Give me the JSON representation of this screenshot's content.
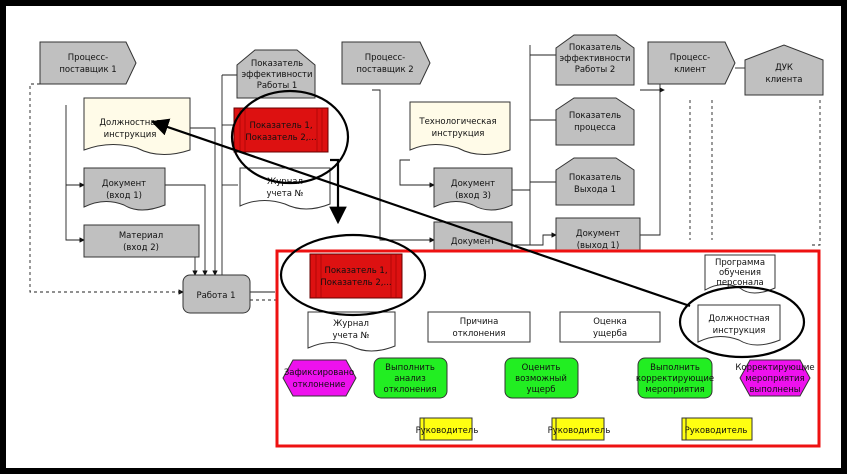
{
  "nodes": {
    "supplier_process_1": [
      "Процесс-",
      "поставщик 1"
    ],
    "supplier_process_2": [
      "Процесс-",
      "поставщик 2"
    ],
    "client_process": [
      "Процесс-",
      "клиент"
    ],
    "duk_client": [
      "ДУК",
      "клиента"
    ],
    "kpi_work_1": [
      "Показатель",
      "эффективности",
      "Работы 1"
    ],
    "kpi_work_2": [
      "Показатель",
      "эффективности",
      "Работы 2"
    ],
    "kpi_process": [
      "Показатель",
      "процесса"
    ],
    "kpi_output_1": [
      "Показатель",
      "Выхода 1"
    ],
    "job_instruction_top": [
      "Должностная",
      "инструкция"
    ],
    "tech_instruction": [
      "Технологическая",
      "инструкция"
    ],
    "indicators_red_top": [
      "Показатель 1,",
      "Показатель 2,..."
    ],
    "journal_top": [
      "Журнал",
      "учета №"
    ],
    "doc_input_1": [
      "Документ",
      "(вход 1)"
    ],
    "doc_input_3": [
      "Документ",
      "(вход 3)"
    ],
    "doc_output_1": [
      "Документ",
      "(выход 1)"
    ],
    "doc_middle": [
      "Документ"
    ],
    "material_input_2": [
      "Материал",
      "(вход 2)"
    ],
    "work_1": [
      "Работа 1"
    ],
    "indicators_red_detail": [
      "Показатель 1,",
      "Показатель 2,..."
    ],
    "journal_detail": [
      "Журнал",
      "учета №"
    ],
    "deviation_cause": [
      "Причина",
      "отклонения"
    ],
    "damage_assessment": [
      "Оценка",
      "ущерба"
    ],
    "staff_training_program": [
      "Программа",
      "обучения",
      "персонала"
    ],
    "job_instruction_detail": [
      "Должностная",
      "инструкция"
    ],
    "event_deviation_recorded": [
      "Зафиксировано",
      "отклонение"
    ],
    "func_analyze": [
      "Выполнить",
      "анализ",
      "отклонения"
    ],
    "func_assess": [
      "Оценить",
      "возможный",
      "ущерб"
    ],
    "func_corrective": [
      "Выполнить",
      "корректирующие",
      "мероприятия"
    ],
    "event_corrective_done": [
      "Корректирующие",
      "мероприятия",
      "выполнены"
    ],
    "role_manager_1": [
      "Руководитель"
    ],
    "role_manager_2": [
      "Руководитель"
    ],
    "role_manager_3": [
      "Руководитель"
    ]
  },
  "colors": {
    "background": "#ffffff",
    "gray_box": "#c0c0c0",
    "cream_doc": "#fffbe8",
    "red_indicator": "#dd1111",
    "green_function": "#22ee22",
    "magenta_event": "#ee11ee",
    "yellow_role": "#ffff11",
    "frame_red": "#ee1111"
  },
  "icons": [
    "ellipse-highlight",
    "arrow-icon"
  ]
}
